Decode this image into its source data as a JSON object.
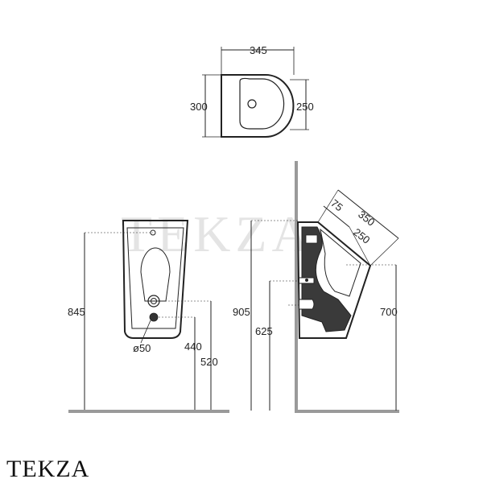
{
  "watermark": "TEKZA",
  "brand": "TEKZA",
  "top_view": {
    "width": "345",
    "depth": "300",
    "inner_depth": "250"
  },
  "front_view": {
    "height": "845",
    "outlet_diameter": "ø50",
    "outlet_height": "440",
    "inlet_height": "520"
  },
  "side_view": {
    "total_height": "905",
    "outlet_height": "625",
    "top_depth": "350",
    "offset": "75",
    "inner_depth": "250",
    "bottom_height": "700"
  }
}
